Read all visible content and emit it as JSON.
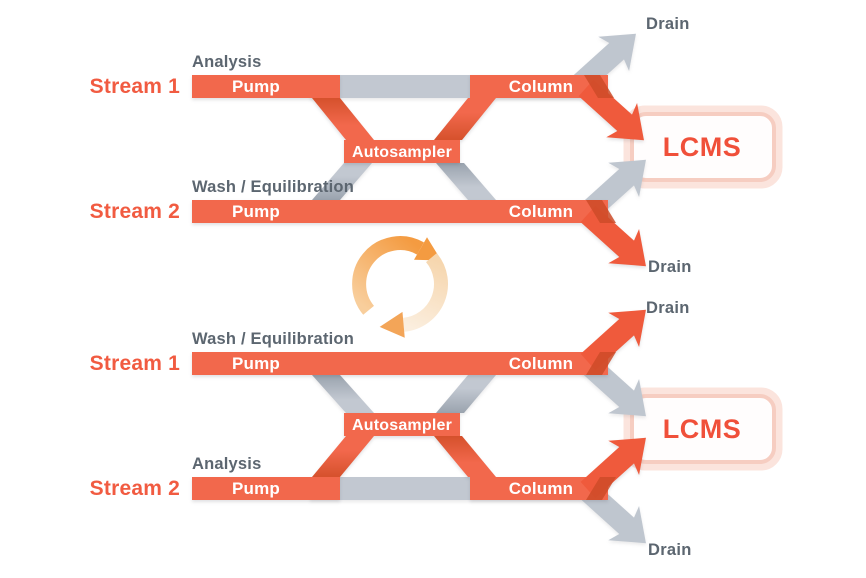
{
  "palette": {
    "orange": "#F2684C",
    "orange_dark": "#CE4B28",
    "arrow_orange": "#EF5A3C",
    "gray": "#C2C8D1",
    "gray_dark": "#99A2AD",
    "label_text": "#5C6670",
    "stream_text": "#F15B41",
    "lcms_text": "#F0503A",
    "lcms_border": "#F6CDC1",
    "cycle_orange": "#F49B41",
    "background": "#FFFFFF"
  },
  "phase1": {
    "stream1": {
      "label": "Stream 1",
      "mode": "Analysis",
      "pump": "Pump",
      "column": "Column"
    },
    "stream2": {
      "label": "Stream 2",
      "mode": "Wash / Equilibration",
      "pump": "Pump",
      "column": "Column"
    },
    "autosampler": "Autosampler",
    "drain_top": "Drain",
    "drain_bottom": "Drain",
    "lcms": "LCMS"
  },
  "phase2": {
    "stream1": {
      "label": "Stream 1",
      "mode": "Wash / Equilibration",
      "pump": "Pump",
      "column": "Column"
    },
    "stream2": {
      "label": "Stream 2",
      "mode": "Analysis",
      "pump": "Pump",
      "column": "Column"
    },
    "autosampler": "Autosampler",
    "drain_top": "Drain",
    "drain_bottom": "Drain",
    "lcms": "LCMS"
  },
  "cycle_icon": "cycle-arrows"
}
